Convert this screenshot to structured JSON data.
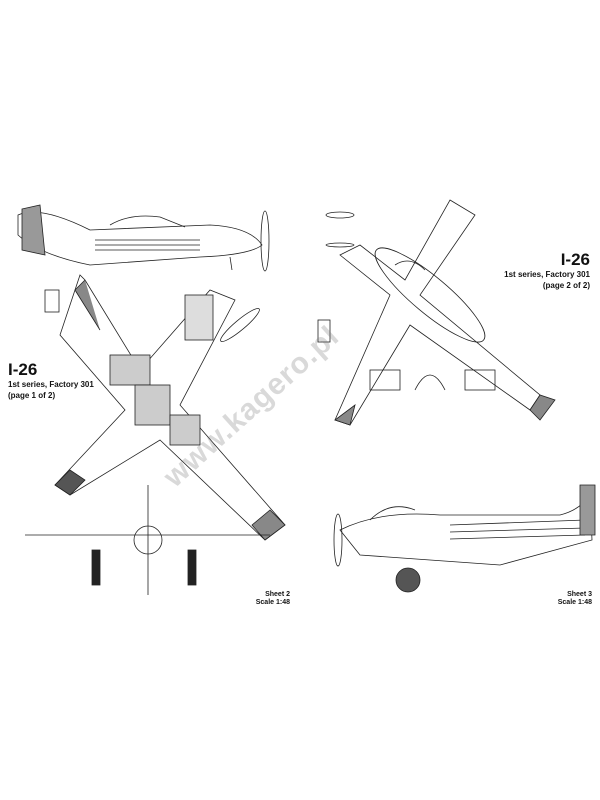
{
  "left_sheet": {
    "title": "I-26",
    "subtitle": "1st series, Factory 301",
    "page": "(page 1 of 2)",
    "sheet": "Sheet 2",
    "scale": "Scale 1:48"
  },
  "right_sheet": {
    "title": "I-26",
    "subtitle": "1st series, Factory 301",
    "page": "(page 2 of 2)",
    "sheet": "Sheet 3",
    "scale": "Scale 1:48"
  },
  "watermark": "www.kagero.pl"
}
